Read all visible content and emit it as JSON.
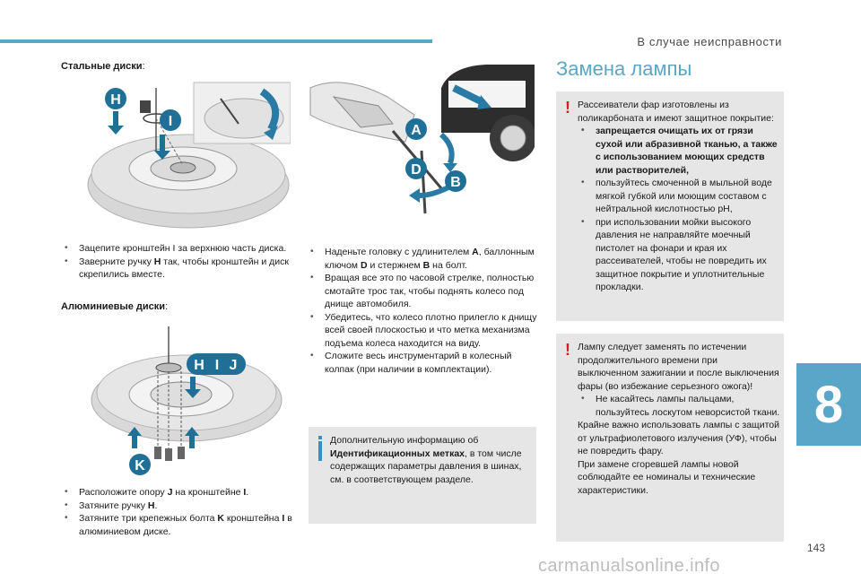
{
  "header": {
    "section_title": "В случае неисправности",
    "page_number": "143",
    "chapter": "8"
  },
  "watermark": "carmanualsonline.info",
  "left": {
    "steel_heading": "Стальные диски",
    "steel_heading_colon": ":",
    "steel_items": [
      "Зацепите кронштейн I за верхнюю часть диска.",
      "Заверните ручку H так, чтобы кронштейн и диск скрепились вместе."
    ],
    "steel_item2_pre": "Заверните ручку ",
    "steel_item2_bold": "H",
    "steel_item2_post": " так, чтобы кронштейн и диск скрепились вместе.",
    "alu_heading": "Алюминиевые диски",
    "alu_heading_colon": ":",
    "alu_item1_pre": "Расположите опору ",
    "alu_item1_bold": "J",
    "alu_item1_mid": " на кронштейне ",
    "alu_item1_bold2": "I",
    "alu_item1_post": ".",
    "alu_item2_pre": "Затяните ручку ",
    "alu_item2_bold": "H",
    "alu_item2_post": ".",
    "alu_item3_pre": "Затяните три крепежных болта ",
    "alu_item3_bold": "K",
    "alu_item3_mid": " кронштейна ",
    "alu_item3_bold2": "I",
    "alu_item3_post": " в алюминиевом диске.",
    "labels": {
      "H": "H",
      "I": "I",
      "J": "J",
      "K": "K",
      "A": "A",
      "B": "B",
      "D": "D"
    }
  },
  "middle": {
    "item1_pre": "Наденьте головку с удлинителем ",
    "item1_b1": "A",
    "item1_mid": ", баллонным ключом ",
    "item1_b2": "D",
    "item1_mid2": " и стержнем ",
    "item1_b3": "B",
    "item1_post": " на болт.",
    "item2": "Вращая все это по часовой стрелке, полностью смотайте трос так, чтобы поднять колесо под днище автомобиля.",
    "item3": "Убедитесь, что колесо плотно прилегло к днищу всей своей плоскостью и что метка механизма подъема колеса находится на виду.",
    "item4": "Сложите весь инструментарий в колесный колпак (при наличии в комплектации).",
    "info_pre": "Дополнительную информацию об ",
    "info_bold": "Идентификационных метках",
    "info_post": ", в том числе содержащих параметры давления в шинах, см. в соответствующем разделе."
  },
  "right": {
    "title": "Замена лампы",
    "box1_intro": "Рассеиватели фар изготовлены из поликарбоната и имеют защитное покрытие:",
    "box1_item1": "запрещается очищать их от грязи сухой или абразивной тканью, а также с использованием моющих средств или растворителей,",
    "box1_item2": "пользуйтесь смоченной в мыльной воде мягкой губкой или моющим составом с нейтральной кислотностью pH,",
    "box1_item3": "при использовании мойки высокого давления не направляйте моечный пистолет на фонари и края их рассеивателей, чтобы не повредить их защитное покрытие и уплотнительные прокладки.",
    "box2_intro": "Лампу следует заменять по истечении продолжительного времени при выключенном зажигании и после выключения фары (во избежание серьезного ожога)!",
    "box2_item1": "Не касайтесь лампы пальцами, пользуйтесь лоскутом неворсистой ткани.",
    "box2_p2": "Крайне важно использовать лампы с защитой от ультрафиолетового излучения (УФ), чтобы не повредить фару.",
    "box2_p3": "При замене сгоревшей лампы новой соблюдайте ее номиналы и технические характеристики."
  },
  "colors": {
    "accent": "#5aa6c8",
    "warning": "#d21f2a",
    "info": "#3a8fc2",
    "box": "#e6e6e6",
    "badge": "#1f6f96"
  }
}
